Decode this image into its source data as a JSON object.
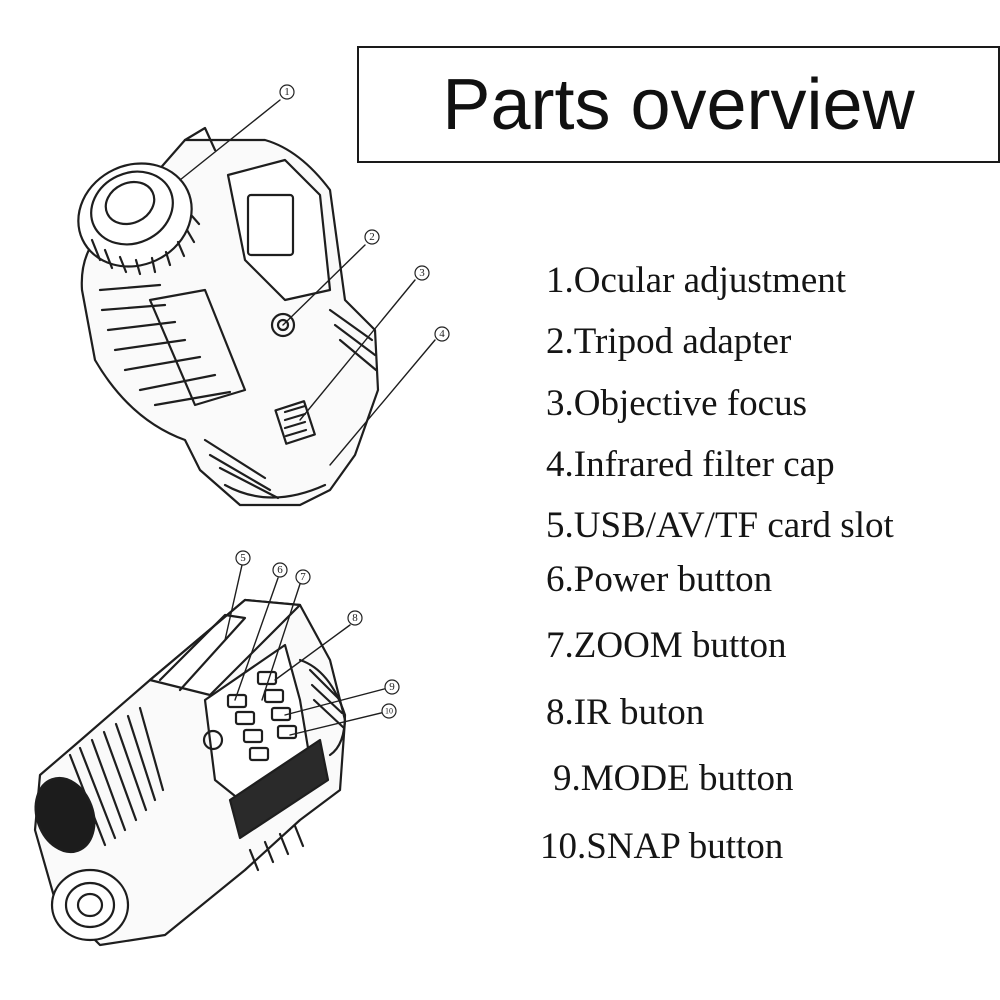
{
  "title": "Parts overview",
  "parts": [
    {
      "label": "1.Ocular adjustment"
    },
    {
      "label": "2.Tripod adapter"
    },
    {
      "label": "3.Objective  focus"
    },
    {
      "label": "4.Infrared filter cap"
    },
    {
      "label": "5.USB/AV/TF  card  slot"
    },
    {
      "label": "6.Power button"
    },
    {
      "label": "7.ZOOM  button"
    },
    {
      "label": "8.IR  buton"
    },
    {
      "label": "9.MODE button"
    },
    {
      "label": "10.SNAP button"
    }
  ],
  "callouts_top": [
    "1",
    "2",
    "3",
    "4"
  ],
  "callouts_bottom": [
    "5",
    "6",
    "7",
    "8",
    "9",
    "10"
  ],
  "colors": {
    "ink": "#151515",
    "background": "#ffffff"
  }
}
